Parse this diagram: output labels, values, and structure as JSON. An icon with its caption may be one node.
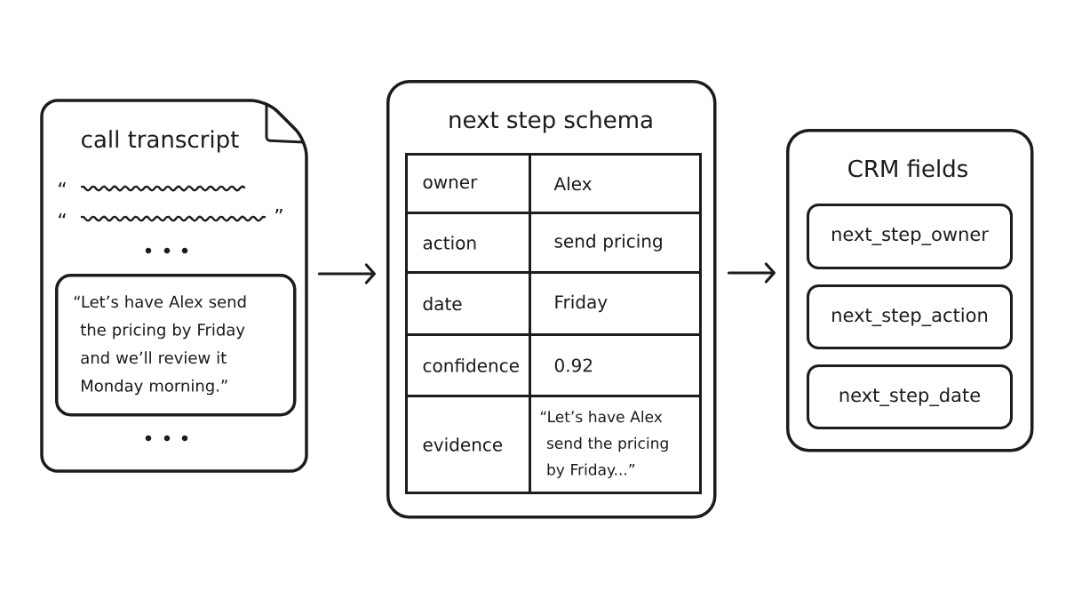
{
  "diagram": {
    "nodes": [
      {
        "text": [
          "call transcript"
        ]
      },
      {
        "text": [
          "“Let’s have Alex send the pricing by Friday and we’ll review it Monday morning.”"
        ],
        "in": 0
      },
      {
        "text": [
          "next step schema"
        ]
      },
      {
        "text": [
          "owner"
        ],
        "in": 2
      },
      {
        "text": [
          "Alex"
        ],
        "in": 2
      },
      {
        "text": [
          "action"
        ],
        "in": 2
      },
      {
        "text": [
          "send pricing"
        ],
        "in": 2
      },
      {
        "text": [
          "date"
        ],
        "in": 2
      },
      {
        "text": [
          "Friday"
        ],
        "in": 2
      },
      {
        "text": [
          "confidence"
        ],
        "in": 2
      },
      {
        "text": [
          "0.92"
        ],
        "in": 2
      },
      {
        "text": [
          "evidence"
        ],
        "in": 2
      },
      {
        "text": [
          "“Let’s have Alex send the pricing by Friday...”"
        ],
        "in": 2
      },
      {
        "text": [
          "CRM fields"
        ]
      },
      {
        "text": [
          "next_step_owner"
        ],
        "in": 13
      },
      {
        "text": [
          "next_step_action"
        ],
        "in": 13
      },
      {
        "text": [
          "next_step_date"
        ],
        "in": 13
      }
    ],
    "edges": [
      {
        "from": 0,
        "to": 2,
        "arrow": "to"
      },
      {
        "from": 2,
        "to": 13,
        "arrow": "to"
      }
    ],
    "labels": [
      "“",
      "“",
      "”"
    ]
  }
}
